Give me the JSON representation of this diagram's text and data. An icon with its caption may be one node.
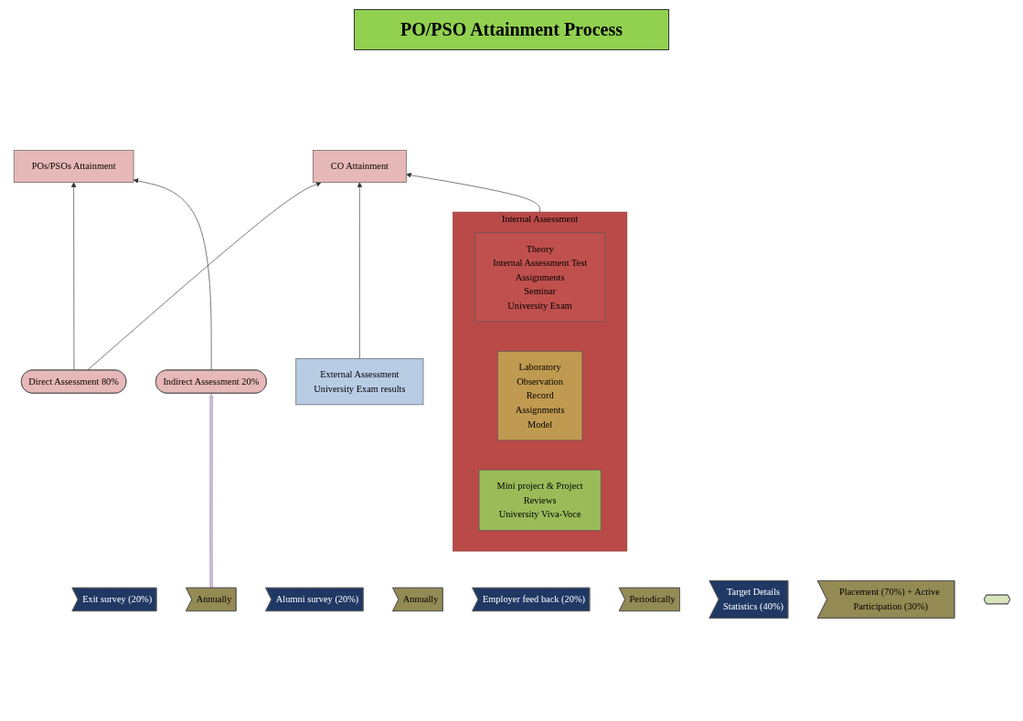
{
  "diagram": {
    "title": "PO/PSO Attainment Process",
    "nodes": [
      {
        "text": [
          "POs/PSOs Attainment"
        ]
      },
      {
        "text": [
          "Direct Assessment 80%"
        ]
      },
      {
        "text": [
          "Indirect Assessment 20%"
        ]
      },
      {
        "text": [
          "CO Attainment"
        ]
      },
      {
        "text": [
          "Internal Assessment"
        ]
      },
      {
        "text": [
          "Theory",
          "Internal Assessment Test",
          "Assignments",
          "Seminar",
          "University Exam"
        ],
        "in": 4
      },
      {
        "text": [
          "Laboratory",
          "Observation",
          "Record",
          "Assignments",
          "Model"
        ],
        "in": 4
      },
      {
        "text": [
          "Mini project & Project",
          "Reviews",
          "University Viva-Voce"
        ],
        "in": 4
      },
      {
        "text": [
          "External Assessment",
          "University Exam results"
        ]
      },
      {
        "text": [
          "Exit survey (20%)"
        ]
      },
      {
        "text": [
          "Annually"
        ]
      },
      {
        "text": [
          "Alumni survey (20%)"
        ]
      },
      {
        "text": [
          "Annually"
        ]
      },
      {
        "text": [
          "Employer feed back (20%)"
        ]
      },
      {
        "text": [
          "Periodically"
        ]
      },
      {
        "text": [
          "Target Details",
          "Statistics (40%)"
        ]
      },
      {
        "text": [
          "Placement (70%) + Active Participation (30%)"
        ]
      },
      {
        "text": [],
        "shape": "arrow"
      }
    ],
    "edges": [
      {
        "from": 1,
        "to": 0,
        "arrow": "to"
      },
      {
        "from": 2,
        "to": 0,
        "arrow": "to"
      },
      {
        "from": 1,
        "to": 3,
        "arrow": "to"
      },
      {
        "from": 4,
        "to": 3,
        "arrow": "to"
      },
      {
        "from": 8,
        "to": 3,
        "arrow": "to"
      },
      {
        "from": 10,
        "to": 2,
        "arrow": "to",
        "style": "thick",
        "color": "#c9b8d8"
      }
    ]
  }
}
